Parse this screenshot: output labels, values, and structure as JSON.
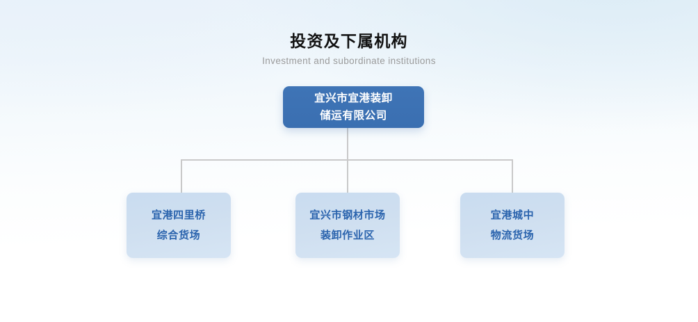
{
  "header": {
    "title": "投资及下属机构",
    "subtitle": "Investment and subordinate institutions"
  },
  "colors": {
    "root_box": "#3d72b4",
    "root_text": "#ffffff",
    "child_box": "#cfdff0",
    "child_text": "#2a63ad",
    "connector": "#c9c9c9",
    "title_text": "#111111",
    "subtitle_text": "#9a9a9a",
    "background_top": "#eaf3fa",
    "background_bottom": "#ffffff"
  },
  "chart_data": {
    "type": "diagram",
    "diagram_type": "organization-chart",
    "title": "投资及下属机构",
    "subtitle": "Investment and subordinate institutions",
    "orientation": "top-down",
    "levels": 2,
    "nodes": [
      {
        "id": "root",
        "level": 0,
        "label": "宜兴市宜港装卸\n储运有限公司",
        "label_lines": [
          "宜兴市宜港装卸",
          "储运有限公司"
        ],
        "style": "filled-blue"
      },
      {
        "id": "child-1",
        "level": 1,
        "label": "宜港四里桥\n综合货场",
        "label_lines": [
          "宜港四里桥",
          "综合货场"
        ],
        "style": "light-blue"
      },
      {
        "id": "child-2",
        "level": 1,
        "label": "宜兴市钢材市场\n装卸作业区",
        "label_lines": [
          "宜兴市钢材市场",
          "装卸作业区"
        ],
        "style": "light-blue"
      },
      {
        "id": "child-3",
        "level": 1,
        "label": "宜港城中\n物流货场",
        "label_lines": [
          "宜港城中",
          "物流货场"
        ],
        "style": "light-blue"
      }
    ],
    "edges": [
      {
        "from": "root",
        "to": "child-1"
      },
      {
        "from": "root",
        "to": "child-2"
      },
      {
        "from": "root",
        "to": "child-3"
      }
    ]
  }
}
